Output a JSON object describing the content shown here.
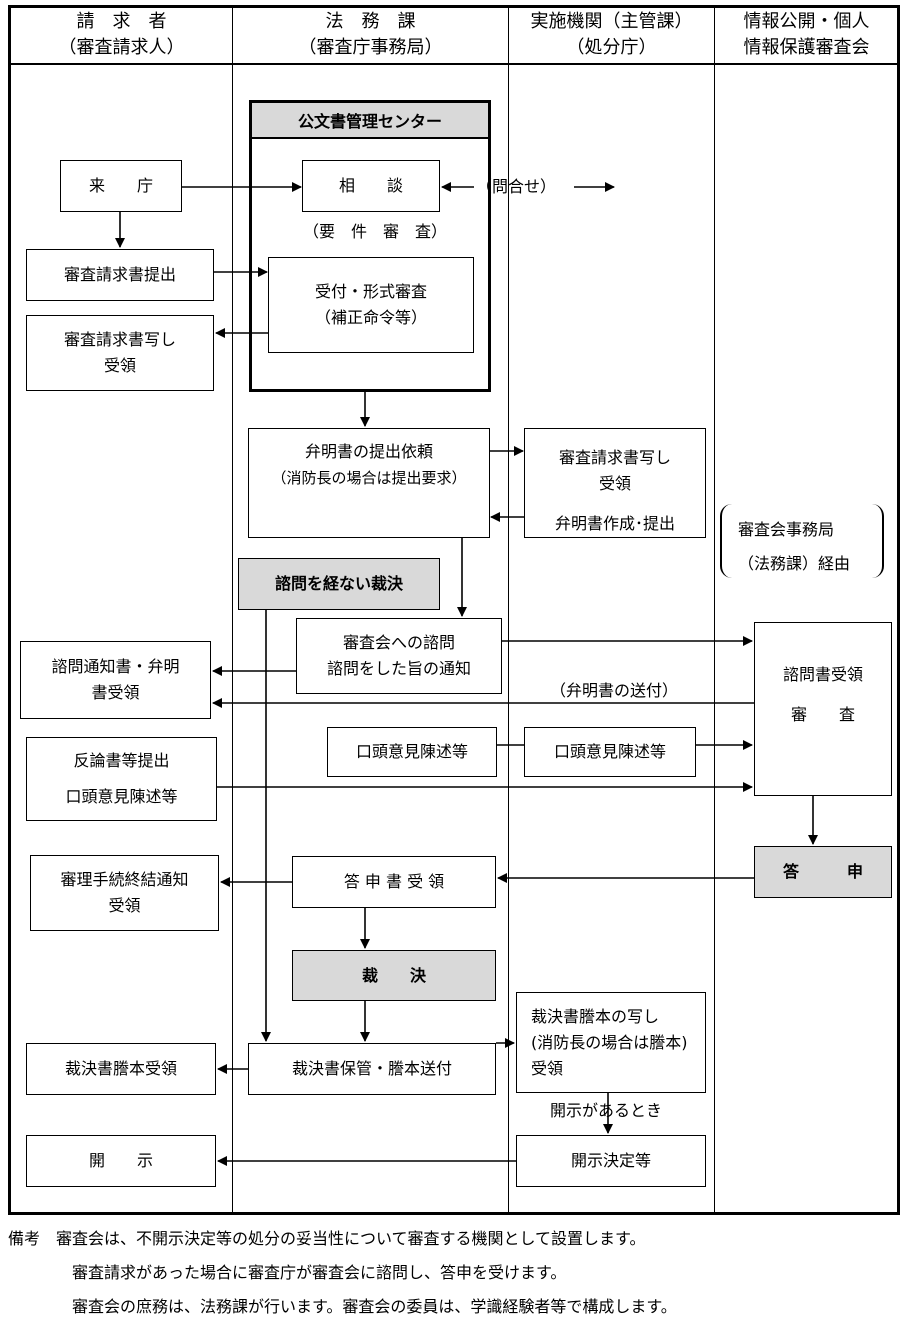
{
  "headers": {
    "col1": [
      "請　求　者",
      "（審査請求人）"
    ],
    "col2": [
      "法　務　課",
      "（審査庁事務局）"
    ],
    "col3": [
      "実施機関（主管課）",
      "（処分庁）"
    ],
    "col4": [
      "情報公開・個人",
      "情報保護審査会"
    ]
  },
  "center": {
    "title": "公文書管理センター"
  },
  "labels": {
    "inquiry": "（問合せ）",
    "requirement_review": "（要　件　審　査）",
    "opinion_send": "（弁明書の送付）",
    "disclosure_when": "開示があるとき",
    "secretariat": [
      "審査会事務局",
      "（法務課）経由"
    ]
  },
  "boxes": {
    "visit": [
      "来　　庁"
    ],
    "consult": [
      "相　　談"
    ],
    "request_submit": [
      "審査請求書提出"
    ],
    "reception": [
      "受付・形式審査",
      "（補正命令等）"
    ],
    "copy_receive1": [
      "審査請求書写し",
      "受領"
    ],
    "explanation_request": [
      "弁明書の提出依頼",
      "（消防長の場合は提出要求）"
    ],
    "copy_receive2": [
      "審査請求書写し",
      "受領"
    ],
    "explanation_make": [
      "弁明書作成･提出"
    ],
    "no_consult_decision": [
      "諮問を経ない裁決"
    ],
    "consult_council": [
      "審査会への諮問",
      "諮問をした旨の通知"
    ],
    "notice_receive": [
      "諮問通知書・弁明",
      "書受領"
    ],
    "council_review": [
      "諮問書受領",
      "審　　査"
    ],
    "oral1": [
      "口頭意見陳述等"
    ],
    "oral2": [
      "口頭意見陳述等"
    ],
    "rebuttal": [
      "反論書等提出",
      "口頭意見陳述等"
    ],
    "end_notice": [
      "審理手続終結通知",
      "受領"
    ],
    "report_receive": [
      "答 申 書 受 領"
    ],
    "report": [
      "答　　　申"
    ],
    "decision": [
      "裁　　決"
    ],
    "archive_send": [
      "裁決書保管・謄本送付"
    ],
    "copy_decision": [
      "裁決書謄本の写し",
      "(消防長の場合は謄本)",
      "受領"
    ],
    "decision_receive": [
      "裁決書謄本受領"
    ],
    "disclosure_decision": [
      "開示決定等"
    ],
    "disclosure": [
      "開　　示"
    ]
  },
  "notes": [
    "備考　審査会は、不開示決定等の処分の妥当性について審査する機関として設置します。",
    "審査請求があった場合に審査庁が審査会に諮問し、答申を受けます。",
    "審査会の庶務は、法務課が行います。審査会の委員は、学識経験者等で構成します。"
  ]
}
